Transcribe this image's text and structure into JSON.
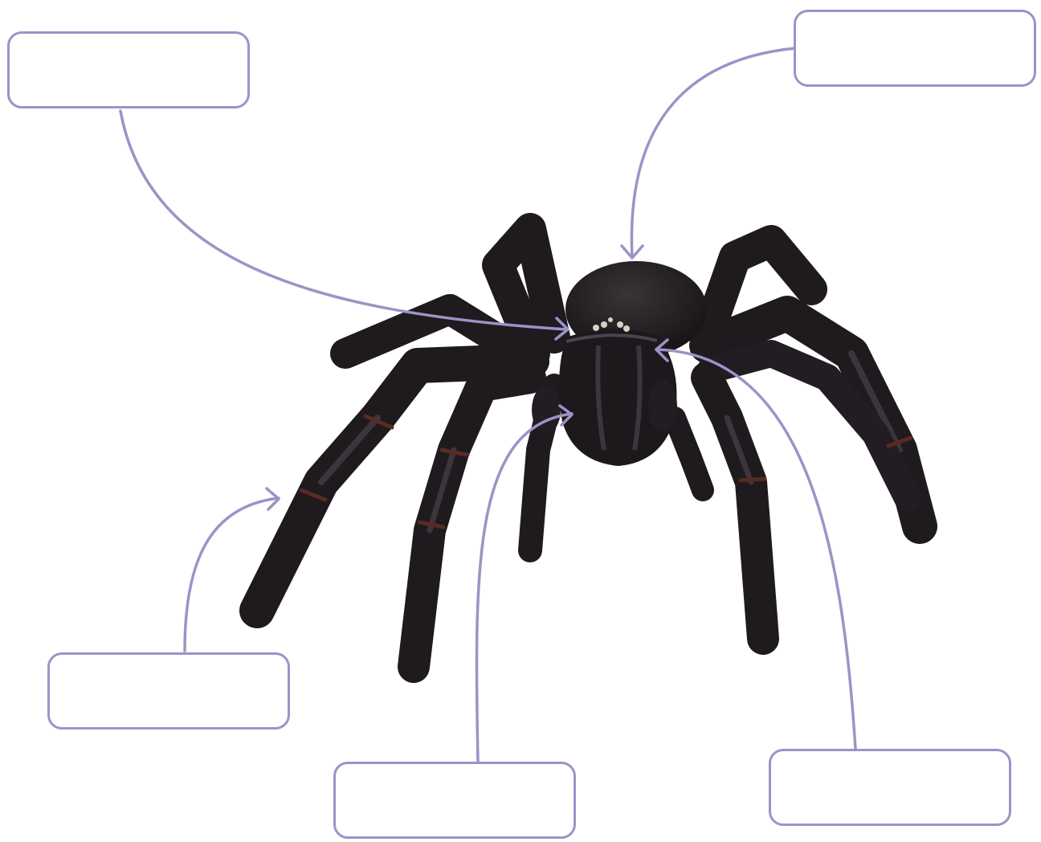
{
  "accent_color": "#9b93c8",
  "spider_colors": {
    "body": "#1e1a1e",
    "shade": "#2b252b",
    "highlight": "#4a434a",
    "rust": "#5a2a22",
    "eyes": "#d9cfc4"
  },
  "labels": [
    {
      "id": "top-left",
      "text": ""
    },
    {
      "id": "top-right",
      "text": ""
    },
    {
      "id": "mid-left",
      "text": ""
    },
    {
      "id": "bottom-center",
      "text": ""
    },
    {
      "id": "bottom-right",
      "text": ""
    }
  ]
}
